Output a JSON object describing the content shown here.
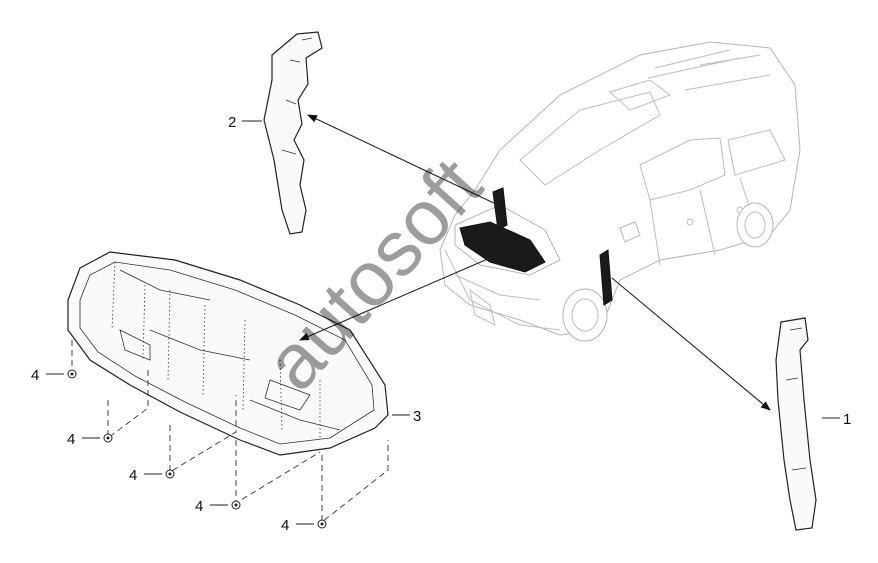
{
  "diagram": {
    "callouts": {
      "p1": "1",
      "p2": "2",
      "p3": "3",
      "p4a": "4",
      "p4b": "4",
      "p4c": "4",
      "p4d": "4",
      "p4e": "4"
    },
    "watermark": "autosoft",
    "colors": {
      "line": "#222222",
      "vehicle": "#b5b5b5",
      "insulation": "#1a1a1a"
    }
  }
}
